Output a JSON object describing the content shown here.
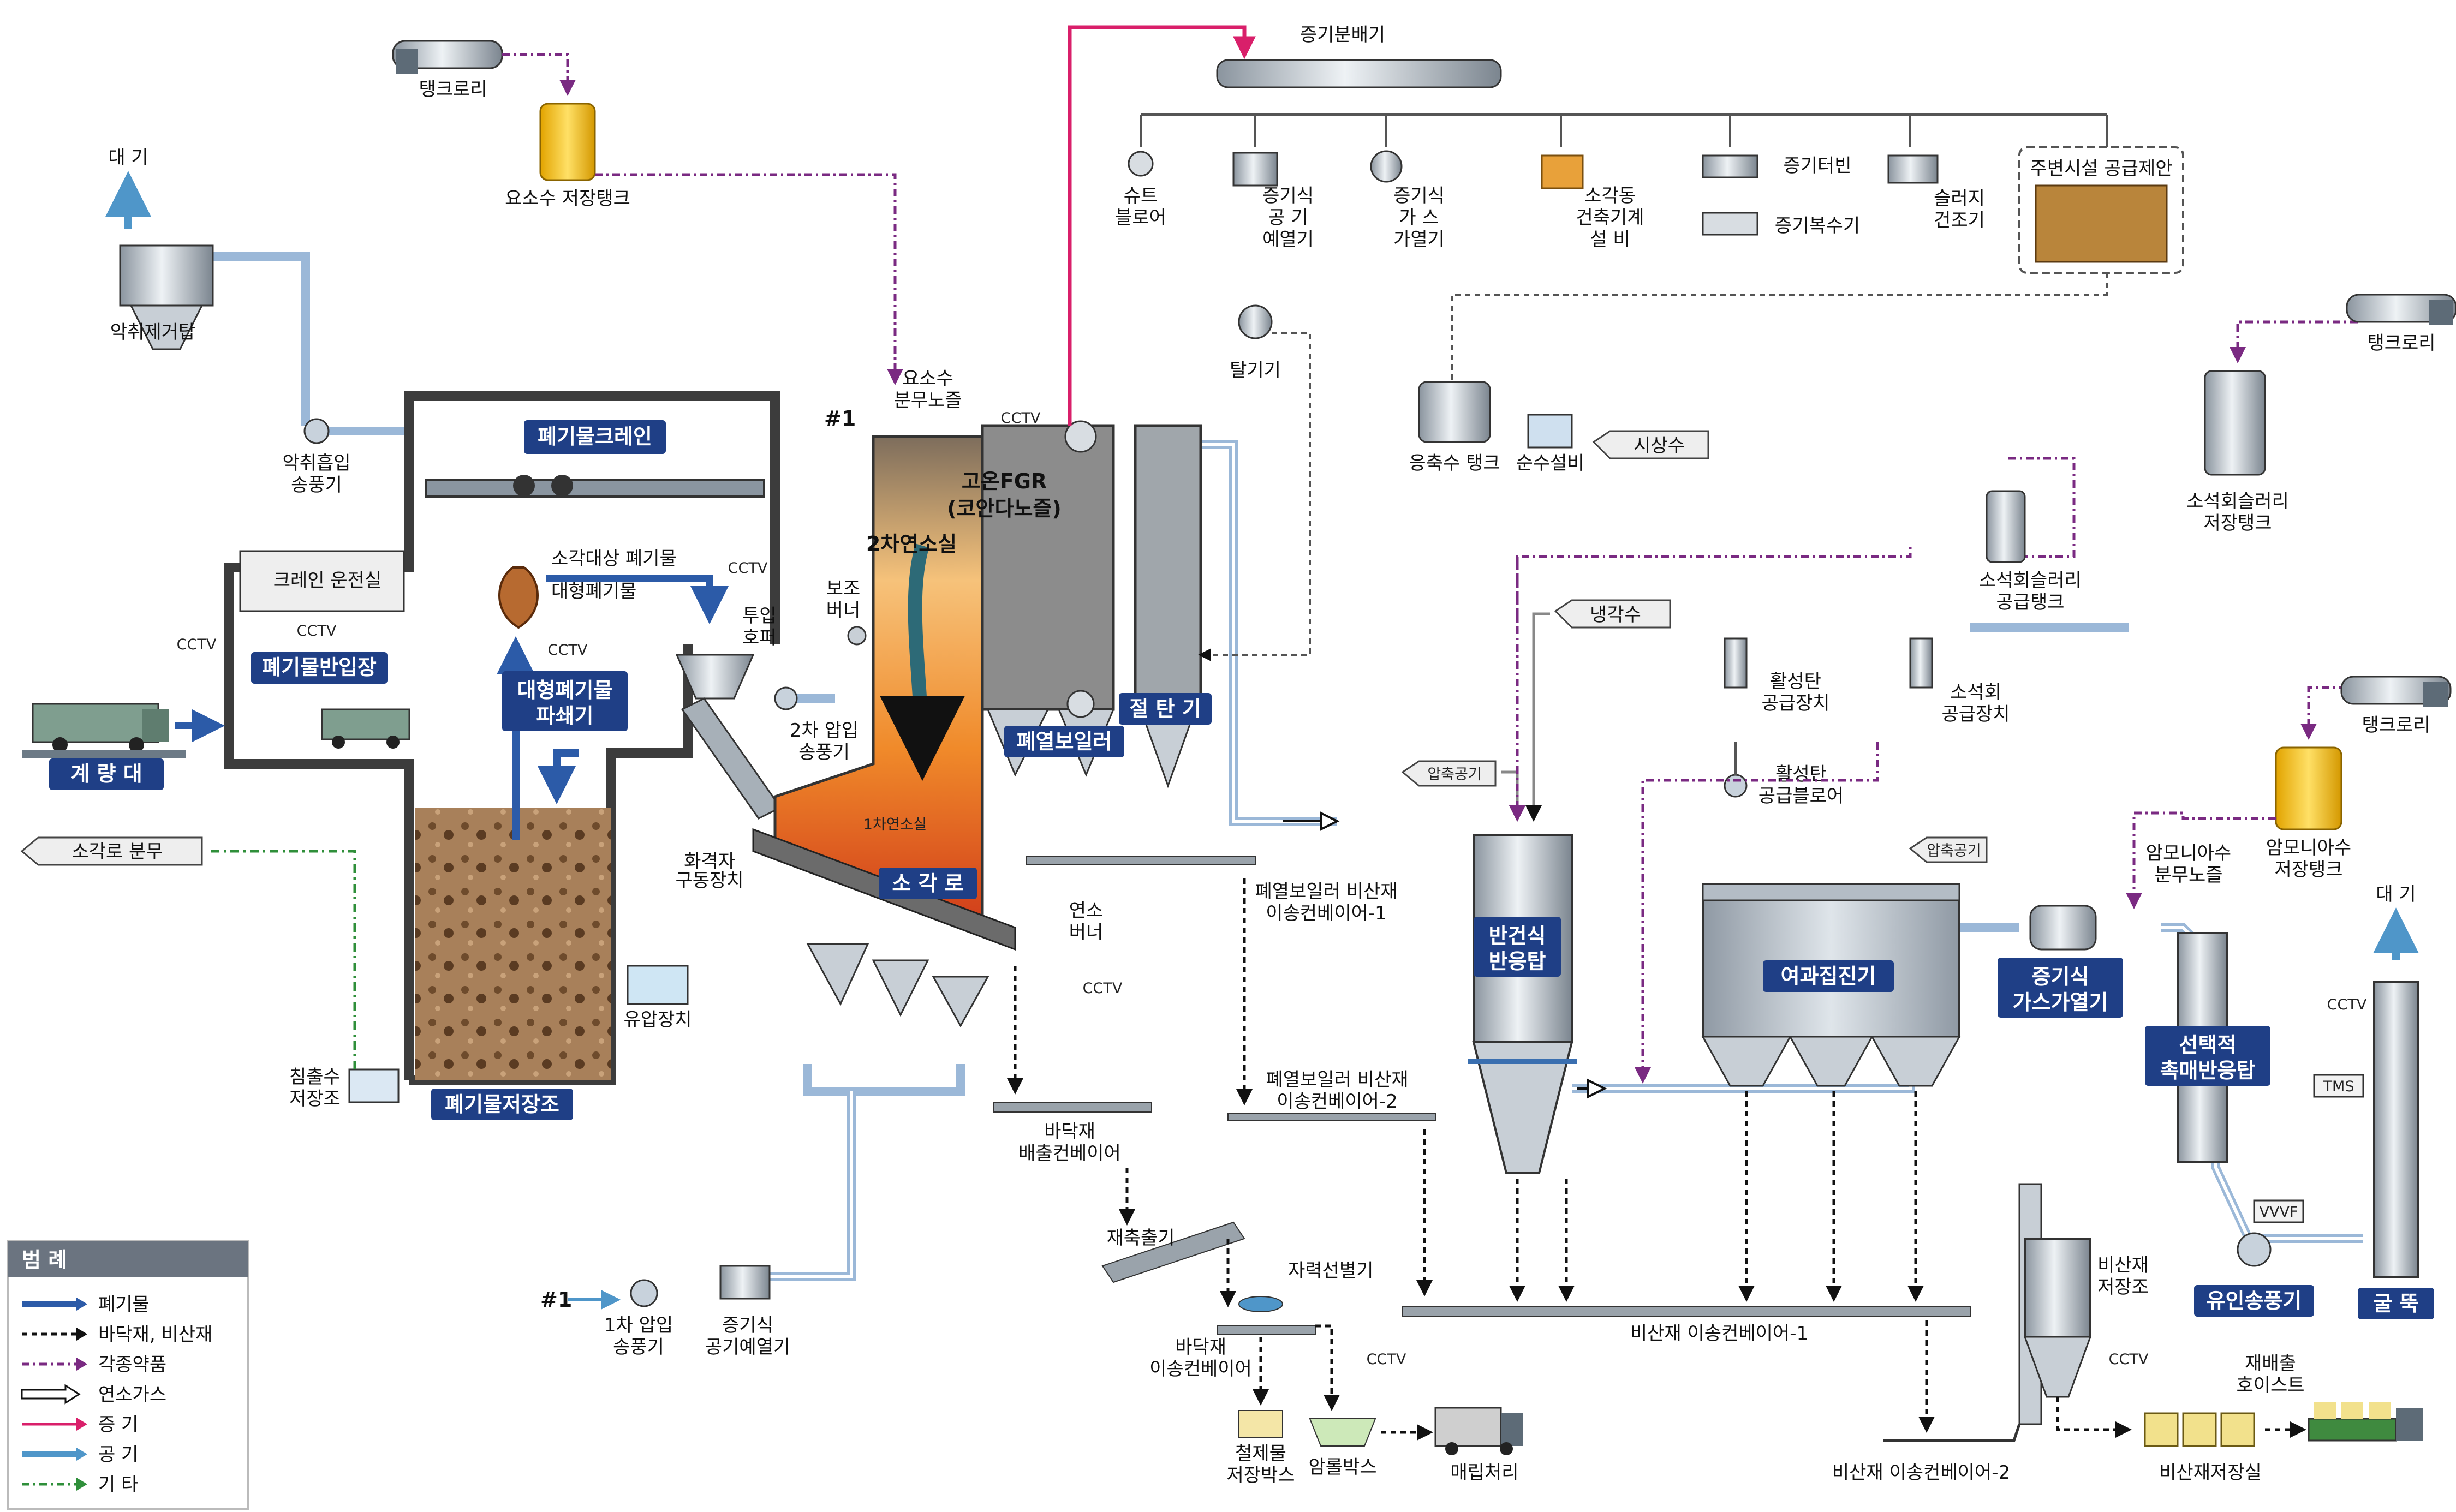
{
  "colors": {
    "waste": "#2c5ba8",
    "ash": "#111111",
    "chem": "#7a2a82",
    "gas": "#ffffff",
    "steam": "#d91f6a",
    "air": "#4f96c9",
    "other": "#2f8f3a",
    "tag_fill": "#1f3f86",
    "pipe": "#9bb8d8"
  },
  "nodes": {
    "tank_lorry": "탱크로리",
    "urea_tank": "요소수 저장탱크",
    "odor_vent": "대 기",
    "odor_tower": "악취제거탑",
    "odor_fan": "악취흡입\n송풍기",
    "waste_crane": "폐기물크레인",
    "crane_room": "크레인 운전실",
    "unload_area": "폐기물반입장",
    "weighbridge": "계 량 대",
    "target_waste": "소각대상 폐기물",
    "bulky_waste": "대형폐기물",
    "bulky_crusher": "대형폐기물\n파쇄기",
    "feed_hopper": "투입\n호퍼",
    "furnace_spray": "소각로 분무",
    "leachate_tank": "침출수\n저장조",
    "waste_pit": "폐기물저장조",
    "oil_unit": "유압장치",
    "grate_drive": "화격자\n구동장치",
    "aux_burner": "보조\n버너",
    "secondary_fan": "2차 압입\n송풍기",
    "urea_nozzle": "요소수\n분무노즐",
    "fgr": "고온FGR\n(코안다노즐)",
    "second_chamber": "2차연소실",
    "first_chamber": "1차연소실",
    "incinerator": "소 각 로",
    "waste_boiler": "폐열보일러",
    "economizer": "절 탄 기",
    "startup_burner": "연소\n버너",
    "boiler_conv1": "폐열보일러 비산재\n이송컨베이어-1",
    "boiler_conv2": "폐열보일러 비산재\n이송컨베이어-2",
    "bottom_conv": "바닥재\n배출컨베이어",
    "reloader": "재축출기",
    "magnet": "자력선별기",
    "bottom_trans": "바닥재\n이송컨베이어",
    "iron_box": "철제물\n저장박스",
    "mixed_box": "암롤박스",
    "landfill": "매립처리",
    "primary_fan": "1차 압입\n송풍기",
    "air_preheater": "증기식\n공기예열기",
    "steam_header": "증기분배기",
    "soot_blower": "슈트\n블로어",
    "steam_air_heater": "증기식\n공 기\n예열기",
    "steam_gas_heater": "증기식\n가 스\n가열기",
    "heating": "소각동\n건축기계\n설 비",
    "turbine": "증기터빈",
    "condenser": "증기복수기",
    "sludge_dryer": "슬러지\n건조기",
    "community": "주변시설 공급제안",
    "deaerator": "탈기기",
    "condensate_tank": "응축수 탱크",
    "pure_water": "순수설비",
    "city_water": "시상수",
    "cooling_water": "냉각수",
    "compressed_air": "압축공기",
    "semi_dry": "반건식\n반응탑",
    "carbon_supply": "활성탄\n공급장치",
    "ash_supply": "소석회\n공급장치",
    "carbon_blower": "활성탄\n공급블로어",
    "bag_filter": "여과집진기",
    "gas_heater": "증기식\n가스가열기",
    "ammonia_nozzle": "암모니아수\n분무노즐",
    "ammonia_tank": "암모니아수\n저장탱크",
    "scr": "선택적\n촉매반응탑",
    "slaked_store": "소석회슬러리\n저장탱크",
    "slaked_supply": "소석회슬러리\n공급탱크",
    "stack": "굴 뚝",
    "stack_vent": "대 기",
    "tms": "TMS",
    "vvvf": "VVVF",
    "id_fan": "유인송풍기",
    "fly_conv1": "비산재 이송컨베이어-1",
    "fly_conv2": "비산재 이송컨베이어-2",
    "fly_silo": "비산재\n저장조",
    "reload_hoist": "재배출\n호이스트",
    "fly_store": "비산재저장실",
    "cctv": "CCTV",
    "link": "#1"
  },
  "legend": {
    "title": "범 례",
    "items": [
      {
        "label": "폐기물",
        "kind": "waste"
      },
      {
        "label": "바닥재, 비산재",
        "kind": "ash"
      },
      {
        "label": "각종약품",
        "kind": "chem"
      },
      {
        "label": "연소가스",
        "kind": "gas"
      },
      {
        "label": "증 기",
        "kind": "steam"
      },
      {
        "label": "공 기",
        "kind": "air"
      },
      {
        "label": "기 타",
        "kind": "other"
      }
    ]
  }
}
